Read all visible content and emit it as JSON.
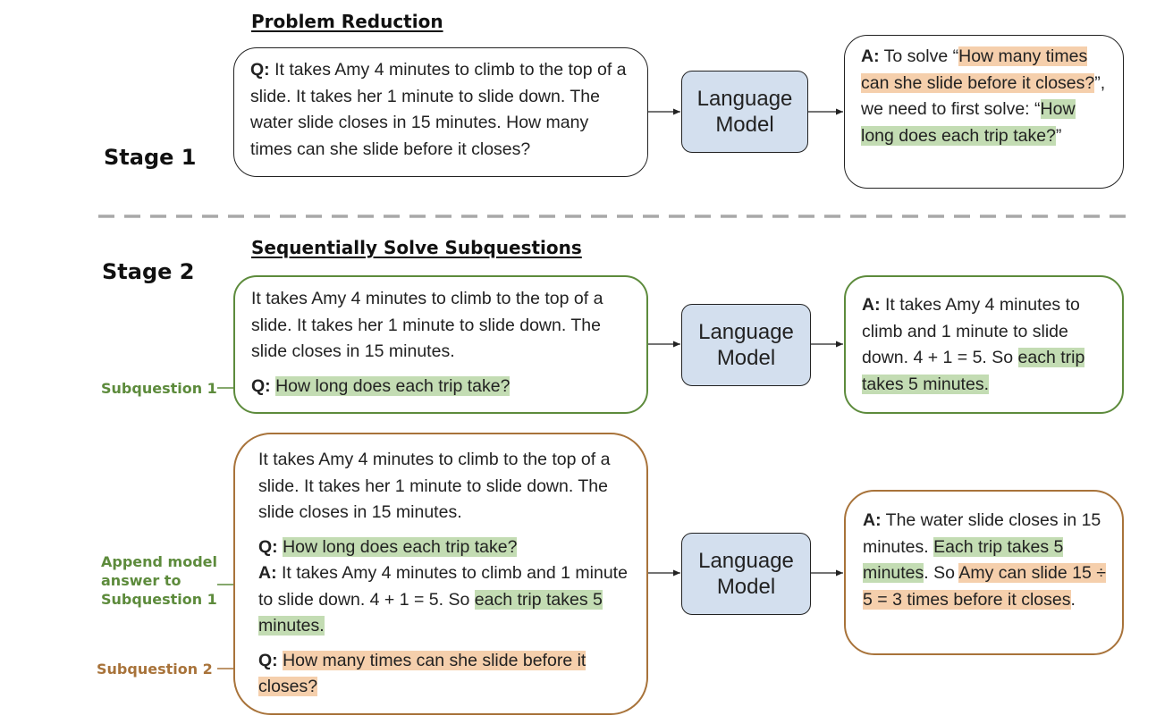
{
  "stage1": {
    "label": "Stage 1",
    "title": "Problem Reduction",
    "question_prefix": "Q:",
    "question_text": "It takes Amy 4 minutes to climb to the top of a slide. It takes her 1 minute to slide down. The water slide closes in 15 minutes. How many times can she slide before it closes?",
    "model_label": "Language Model",
    "answer_prefix": "A:",
    "answer_part1": "To solve “",
    "answer_hl_orange": "How many times can she slide before it closes?",
    "answer_part2": "”, we need to first solve: “",
    "answer_hl_green": "How long does each trip take?",
    "answer_part3": "”"
  },
  "stage2": {
    "label": "Stage 2",
    "title": "Sequentially Solve Subquestions",
    "sub1": {
      "side_label": "Subquestion 1",
      "context": "It takes Amy 4 minutes to climb to the top of a slide. It takes her 1 minute to slide down. The slide closes in 15 minutes.",
      "question_prefix": "Q:",
      "question_hl_green": "How long does each trip take?",
      "model_label": "Language Model",
      "answer_prefix": "A:",
      "answer_text": "It takes Amy 4 minutes to climb and 1 minute to slide down. 4 + 1 = 5. So ",
      "answer_hl_green": "each trip takes 5 minutes."
    },
    "sub2": {
      "append_label": "Append model answer to Subquestion 1",
      "side_label": "Subquestion 2",
      "context": "It takes Amy 4 minutes to climb to the top of a slide. It takes her 1 minute to slide down. The slide closes in 15 minutes.",
      "q1_prefix": "Q:",
      "q1_hl_green": "How long does each trip take?",
      "a1_prefix": "A:",
      "a1_text": "It takes Amy 4 minutes to climb and 1 minute to slide down. 4 + 1 = 5. So ",
      "a1_hl_green": "each trip takes 5 minutes.",
      "q2_prefix": "Q:",
      "q2_hl_orange": "How many times can she slide before it closes?",
      "model_label": "Language Model",
      "answer_prefix": "A:",
      "answer_text1": "The water slide closes in 15 minutes. ",
      "answer_hl_green": "Each trip takes 5 minutes",
      "answer_text2": ". So ",
      "answer_hl_orange1": "Amy can slide 15 ÷ 5 = 3 times before it closes",
      "answer_text3": "."
    }
  },
  "colors": {
    "green_border": "#5d8b3c",
    "orange_border": "#a8733a",
    "green_highlight": "#c3dcb3",
    "orange_highlight": "#f5cfac",
    "model_fill": "#d3dfee"
  }
}
